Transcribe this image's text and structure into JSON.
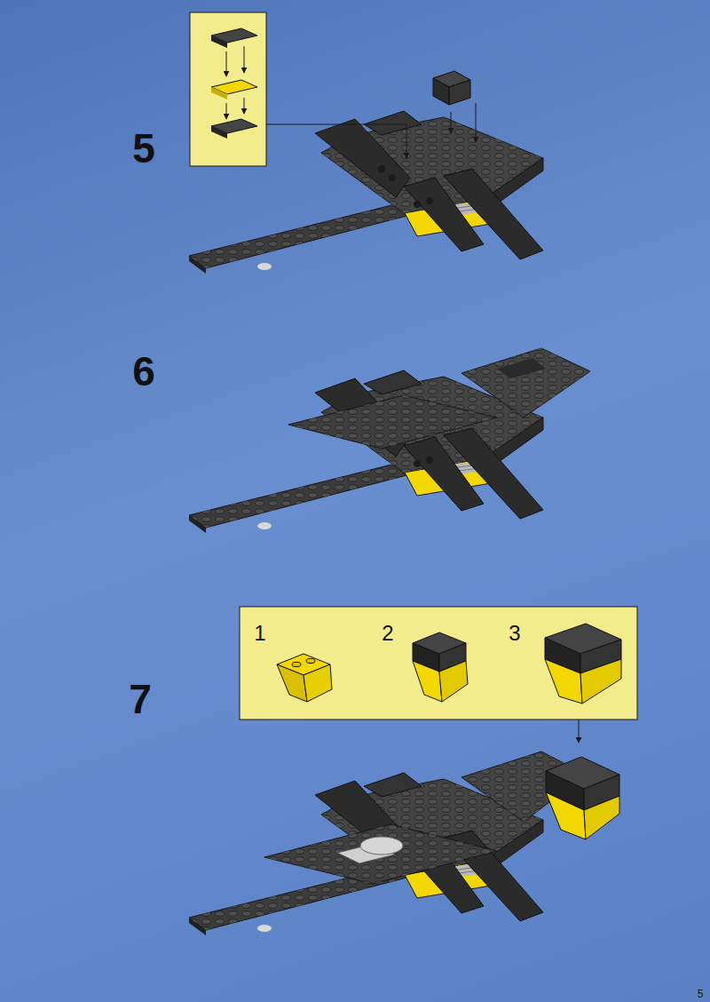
{
  "diagram": {
    "labels": [
      "5",
      "6",
      "7",
      "1",
      "2",
      "3",
      "5"
    ]
  }
}
